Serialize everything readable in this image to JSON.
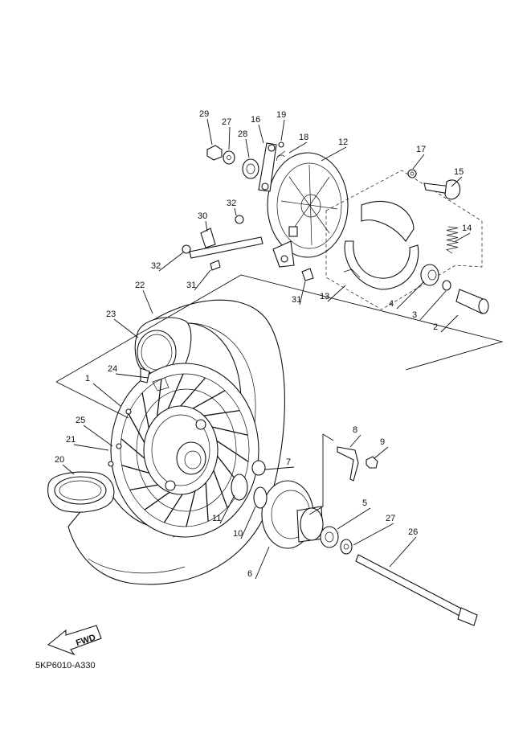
{
  "diagram": {
    "code": "5KP6010-A330",
    "fwd_label": "FWD",
    "callouts": [
      "1",
      "2",
      "3",
      "4",
      "5",
      "6",
      "7",
      "8",
      "9",
      "10",
      "11",
      "12",
      "13",
      "14",
      "15",
      "16",
      "17",
      "18",
      "19",
      "20",
      "21",
      "22",
      "23",
      "24",
      "25",
      "26",
      "27",
      "27",
      "28",
      "29",
      "30",
      "31",
      "31",
      "32",
      "32"
    ]
  }
}
